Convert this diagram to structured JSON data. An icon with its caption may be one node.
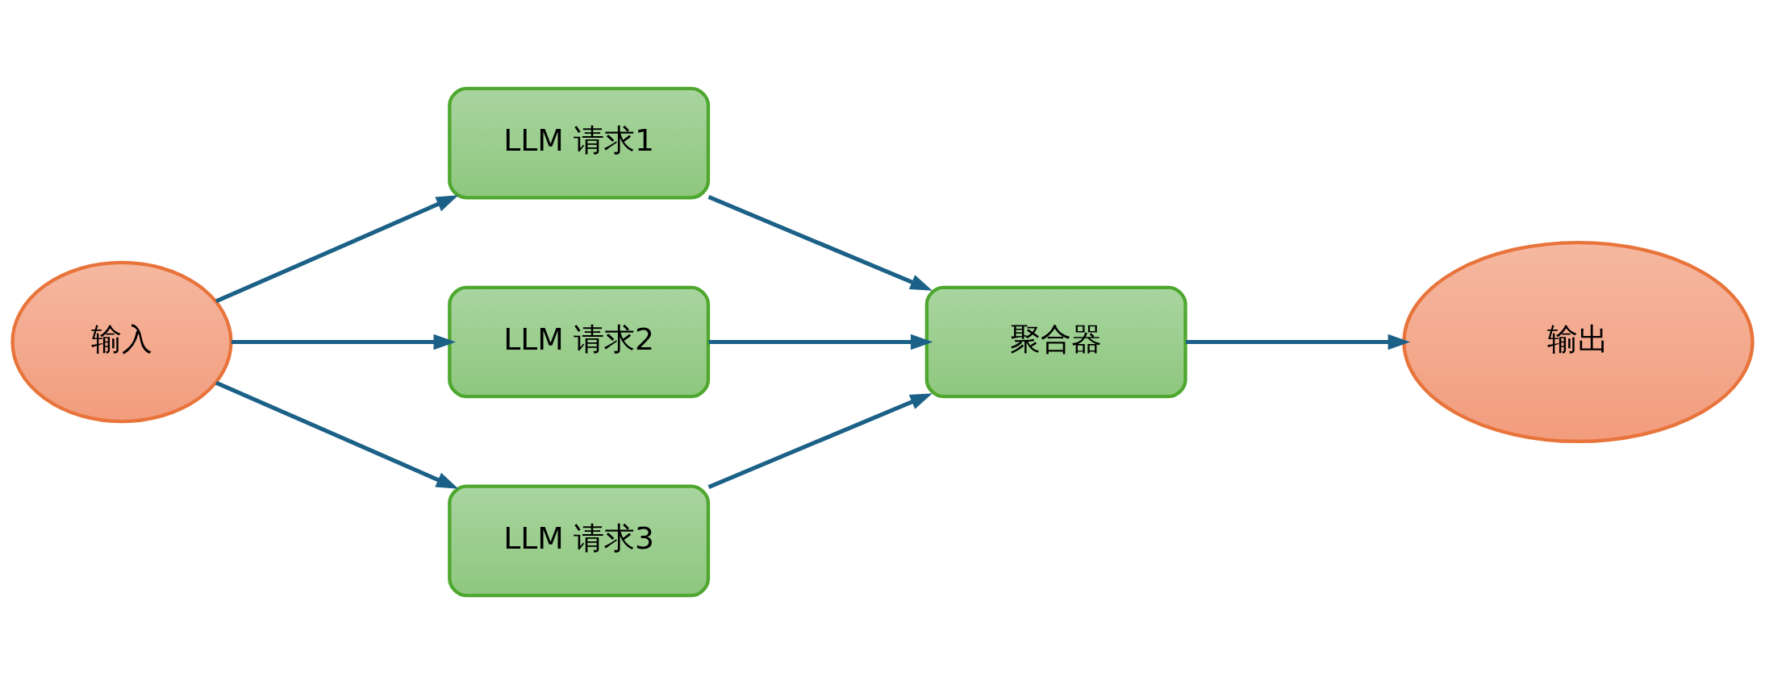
{
  "diagram": {
    "nodes": [
      {
        "text": [
          "输入"
        ]
      },
      {
        "text": [
          "LLM 请求1"
        ]
      },
      {
        "text": [
          "LLM 请求2"
        ]
      },
      {
        "text": [
          "LLM 请求3"
        ]
      },
      {
        "text": [
          "聚合器"
        ]
      },
      {
        "text": [
          "输出"
        ]
      }
    ],
    "edges": [
      {
        "from": 0,
        "to": 1,
        "arrow": "to"
      },
      {
        "from": 0,
        "to": 2,
        "arrow": "to"
      },
      {
        "from": 0,
        "to": 3,
        "arrow": "to"
      },
      {
        "from": 1,
        "to": 4,
        "arrow": "to"
      },
      {
        "from": 2,
        "to": 4,
        "arrow": "to"
      },
      {
        "from": 3,
        "to": 4,
        "arrow": "to"
      },
      {
        "from": 4,
        "to": 5,
        "arrow": "to"
      }
    ]
  }
}
